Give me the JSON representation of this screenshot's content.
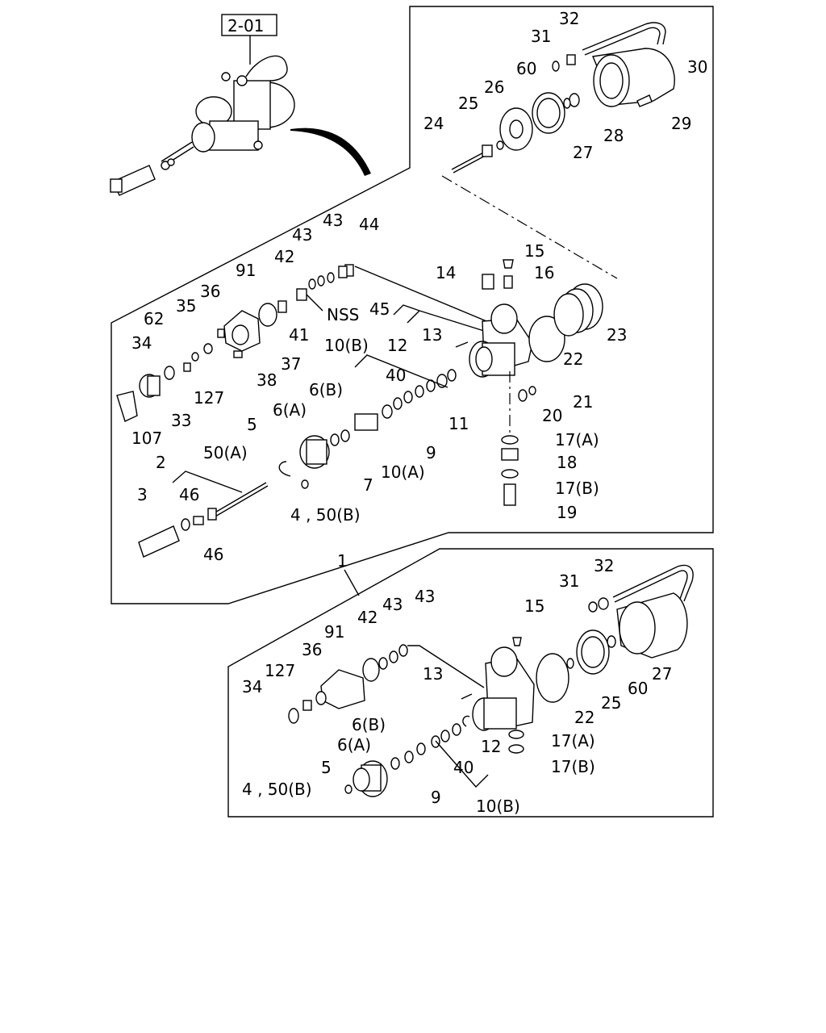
{
  "title_ref": "2-01",
  "upper_labels": {
    "l31": "31",
    "l32": "32",
    "l30": "30",
    "l60": "60",
    "l26": "26",
    "l25": "25",
    "l24": "24",
    "l28": "28",
    "l27": "27",
    "l29": "29",
    "l43a": "43",
    "l43b": "43",
    "l44": "44",
    "l42": "42",
    "l91": "91",
    "l15": "15",
    "l14": "14",
    "l16": "16",
    "l36": "36",
    "l35": "35",
    "l62": "62",
    "l34": "34",
    "lnss": "NSS",
    "l45": "45",
    "l41": "41",
    "l23": "23",
    "l37": "37",
    "l13": "13",
    "l10b": "10(B)",
    "l12": "12",
    "l22": "22",
    "l38": "38",
    "l127": "127",
    "l40": "40",
    "l21": "21",
    "l6b": "6(B)",
    "l33": "33",
    "l6a": "6(A)",
    "l11": "11",
    "l20": "20",
    "l5": "5",
    "l107": "107",
    "l9": "9",
    "l17a": "17(A)",
    "l50a": "50(A)",
    "l2": "2",
    "l18": "18",
    "l7": "7",
    "l10a": "10(A)",
    "l17b": "17(B)",
    "l46a": "46",
    "l3": "3",
    "l450b": "4 , 50(B)",
    "l19": "19",
    "l46b": "46"
  },
  "lower_labels": {
    "l1": "1",
    "l32": "32",
    "l31": "31",
    "l43a": "43",
    "l43b": "43",
    "l15": "15",
    "l42": "42",
    "l91": "91",
    "l36": "36",
    "l127": "127",
    "l13": "13",
    "l27": "27",
    "l34": "34",
    "l60": "60",
    "l25": "25",
    "l22": "22",
    "l6b": "6(B)",
    "l17a": "17(A)",
    "l6a": "6(A)",
    "l12": "12",
    "l17b": "17(B)",
    "l5": "5",
    "l40": "40",
    "l450b": "4 , 50(B)",
    "l9": "9",
    "l10b": "10(B)"
  }
}
